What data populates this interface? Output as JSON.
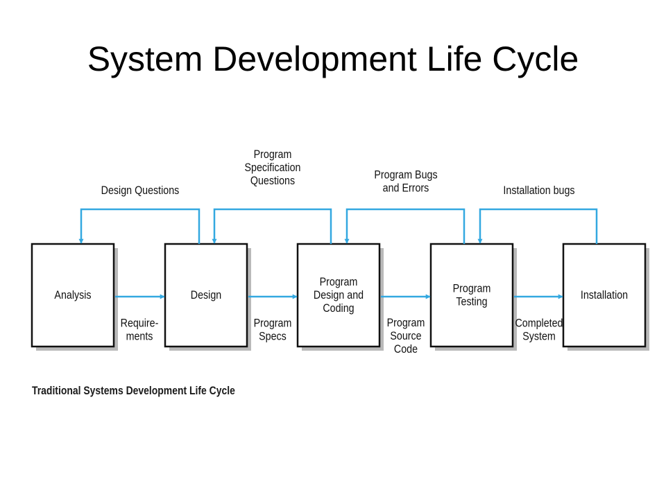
{
  "title": "System Development Life Cycle",
  "caption": "Traditional Systems Development Life Cycle",
  "colors": {
    "arrow": "#33a8e0",
    "box_border": "#111111",
    "box_shadow": "#b9b9b9",
    "text": "#111111"
  },
  "phases": [
    {
      "id": "analysis",
      "lines": [
        "Analysis"
      ]
    },
    {
      "id": "design",
      "lines": [
        "Design"
      ]
    },
    {
      "id": "program-design-coding",
      "lines": [
        "Program",
        "Design and",
        "Coding"
      ]
    },
    {
      "id": "program-testing",
      "lines": [
        "Program",
        "Testing"
      ]
    },
    {
      "id": "installation",
      "lines": [
        "Installation"
      ]
    }
  ],
  "forward_flows": [
    {
      "from": "analysis",
      "to": "design",
      "lines": [
        "Require-",
        "ments"
      ]
    },
    {
      "from": "design",
      "to": "program-design-coding",
      "lines": [
        "Program",
        "Specs"
      ]
    },
    {
      "from": "program-design-coding",
      "to": "program-testing",
      "lines": [
        "Program",
        "Source",
        "Code"
      ]
    },
    {
      "from": "program-testing",
      "to": "installation",
      "lines": [
        "Completed",
        "System"
      ]
    }
  ],
  "feedback_flows": [
    {
      "from": "design",
      "to": "analysis",
      "lines": [
        "Design Questions"
      ]
    },
    {
      "from": "program-design-coding",
      "to": "design",
      "lines": [
        "Program",
        "Specification",
        "Questions"
      ]
    },
    {
      "from": "program-testing",
      "to": "program-design-coding",
      "lines": [
        "Program Bugs",
        "and Errors"
      ]
    },
    {
      "from": "installation",
      "to": "program-testing",
      "lines": [
        "Installation bugs"
      ]
    }
  ]
}
